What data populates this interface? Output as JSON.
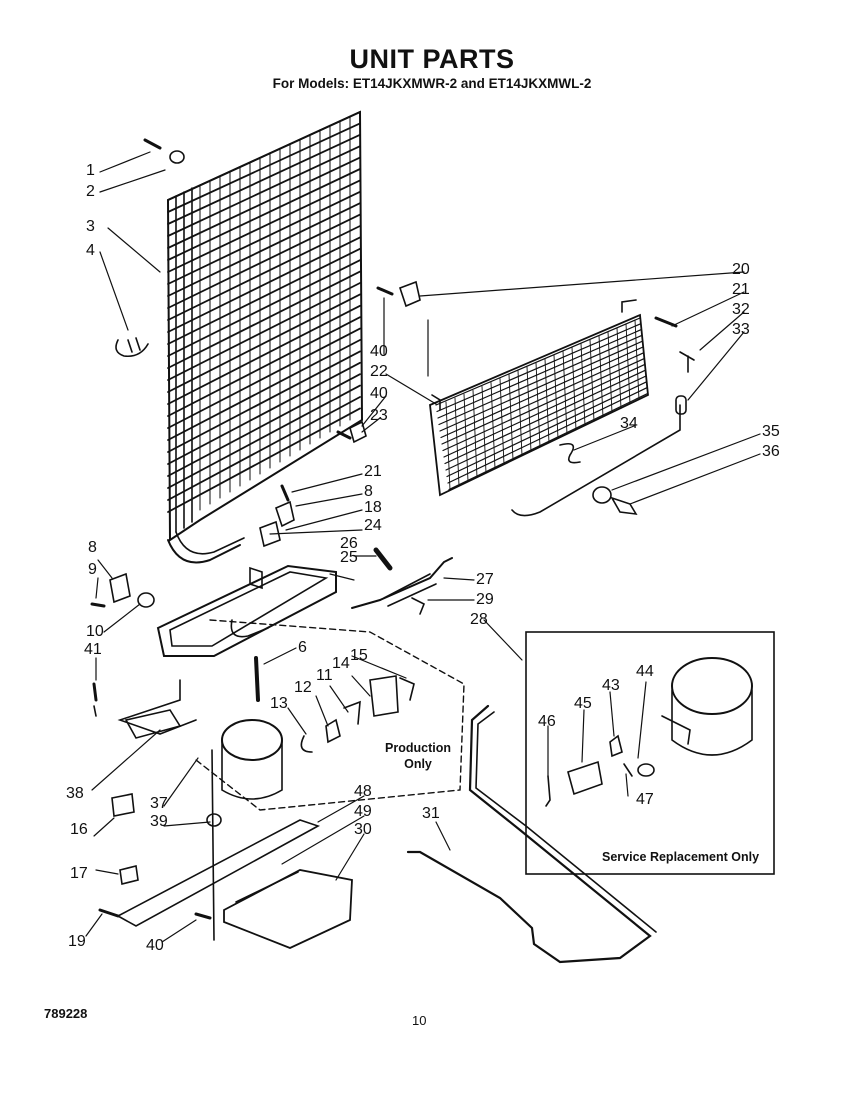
{
  "header": {
    "title": "UNIT PARTS",
    "subtitle": "For Models: ET14JKXMWR-2  and ET14JKXMWL-2"
  },
  "notes": {
    "production_line1": "Production",
    "production_line2": "Only",
    "service_box": "Service Replacement Only"
  },
  "footer": {
    "code": "789228",
    "page": "10"
  },
  "callouts": [
    "1",
    "2",
    "3",
    "4",
    "20",
    "21",
    "32",
    "33",
    "40",
    "22",
    "40",
    "23",
    "34",
    "35",
    "36",
    "21",
    "8",
    "18",
    "24",
    "26",
    "25",
    "27",
    "29",
    "28",
    "8",
    "9",
    "10",
    "41",
    "6",
    "15",
    "14",
    "11",
    "12",
    "13",
    "44",
    "43",
    "45",
    "46",
    "47",
    "38",
    "37",
    "39",
    "16",
    "48",
    "49",
    "30",
    "31",
    "17",
    "19",
    "40"
  ]
}
